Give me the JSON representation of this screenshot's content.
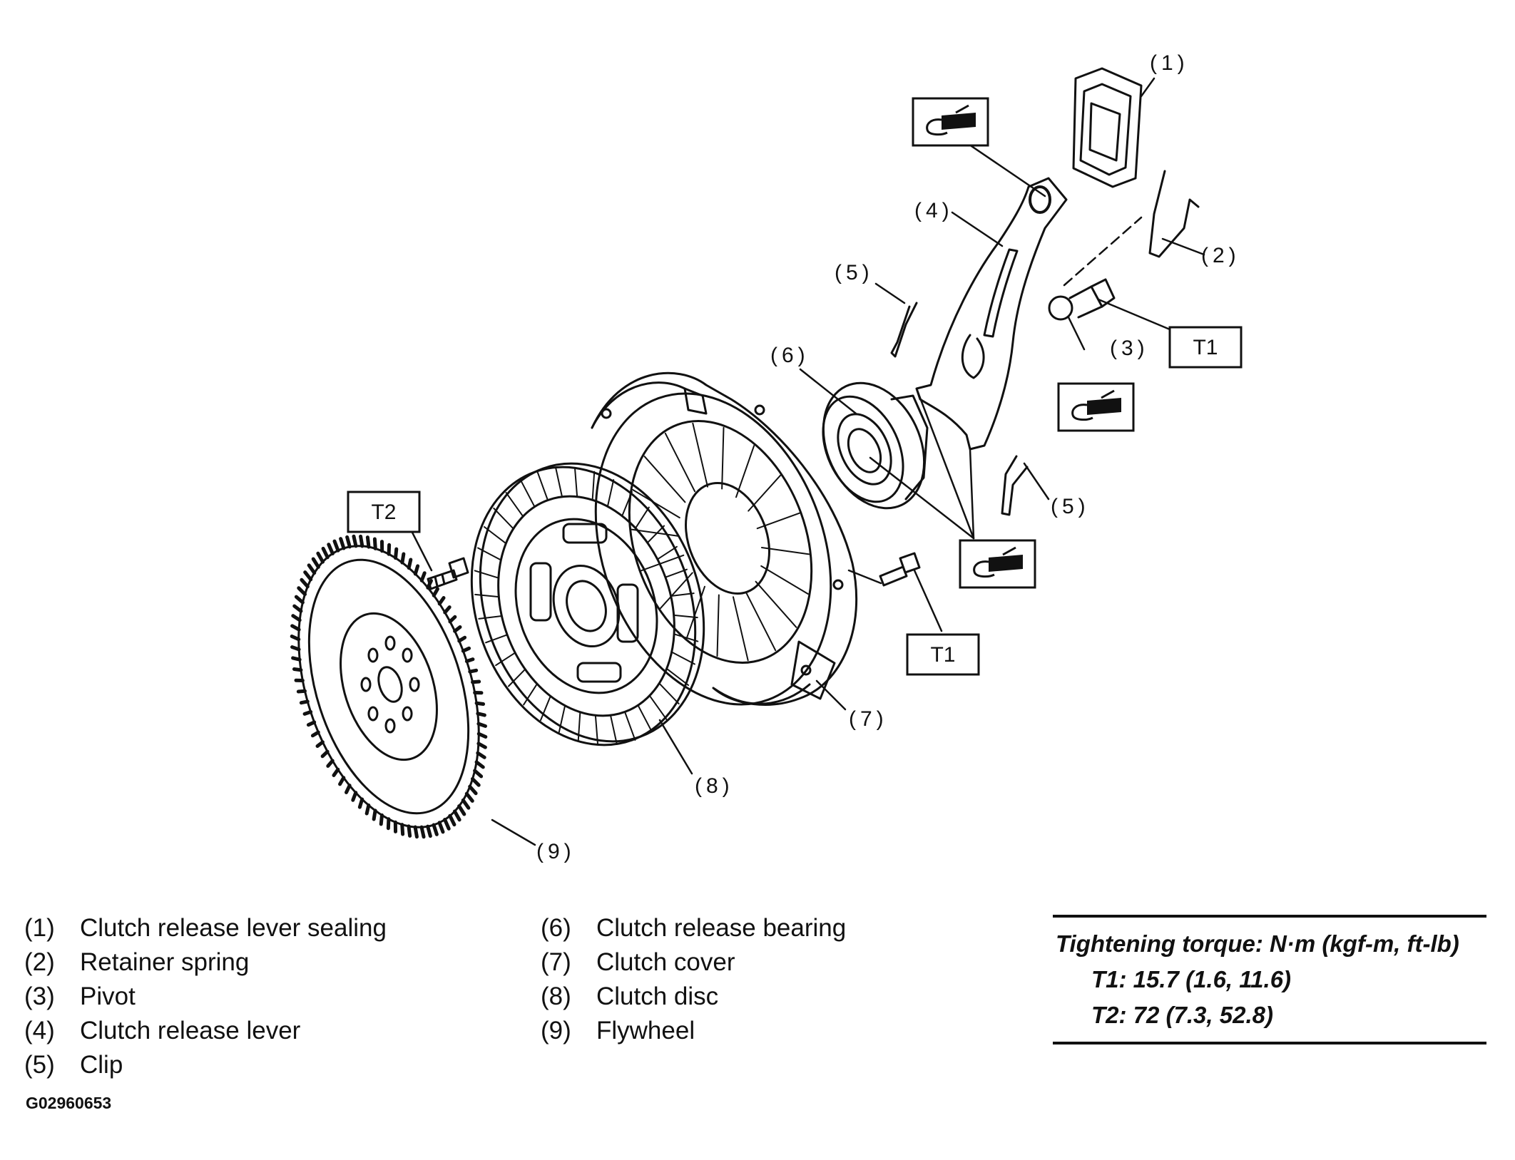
{
  "callouts": {
    "c1": "(1)",
    "c2": "(2)",
    "c3": "(3)",
    "c4": "(4)",
    "c5a": "(5)",
    "c5b": "(5)",
    "c6": "(6)",
    "c7": "(7)",
    "c8": "(8)",
    "c9": "(9)"
  },
  "torque_boxes": {
    "t1_upper": "T1",
    "t1_lower": "T1",
    "t2": "T2"
  },
  "grease_icons": [
    "grease-icon",
    "grease-icon",
    "grease-icon"
  ],
  "legend_left": [
    {
      "num": "(1)",
      "label": "Clutch release lever sealing"
    },
    {
      "num": "(2)",
      "label": "Retainer spring"
    },
    {
      "num": "(3)",
      "label": "Pivot"
    },
    {
      "num": "(4)",
      "label": "Clutch release lever"
    },
    {
      "num": "(5)",
      "label": "Clip"
    }
  ],
  "legend_right": [
    {
      "num": "(6)",
      "label": "Clutch release bearing"
    },
    {
      "num": "(7)",
      "label": "Clutch cover"
    },
    {
      "num": "(8)",
      "label": "Clutch disc"
    },
    {
      "num": "(9)",
      "label": "Flywheel"
    }
  ],
  "torque_table": {
    "title": "Tightening torque: N·m (kgf-m, ft-lb)",
    "t1": "T1: 15.7 (1.6, 11.6)",
    "t2": "T2: 72 (7.3, 52.8)"
  },
  "figure_code": "G02960653"
}
